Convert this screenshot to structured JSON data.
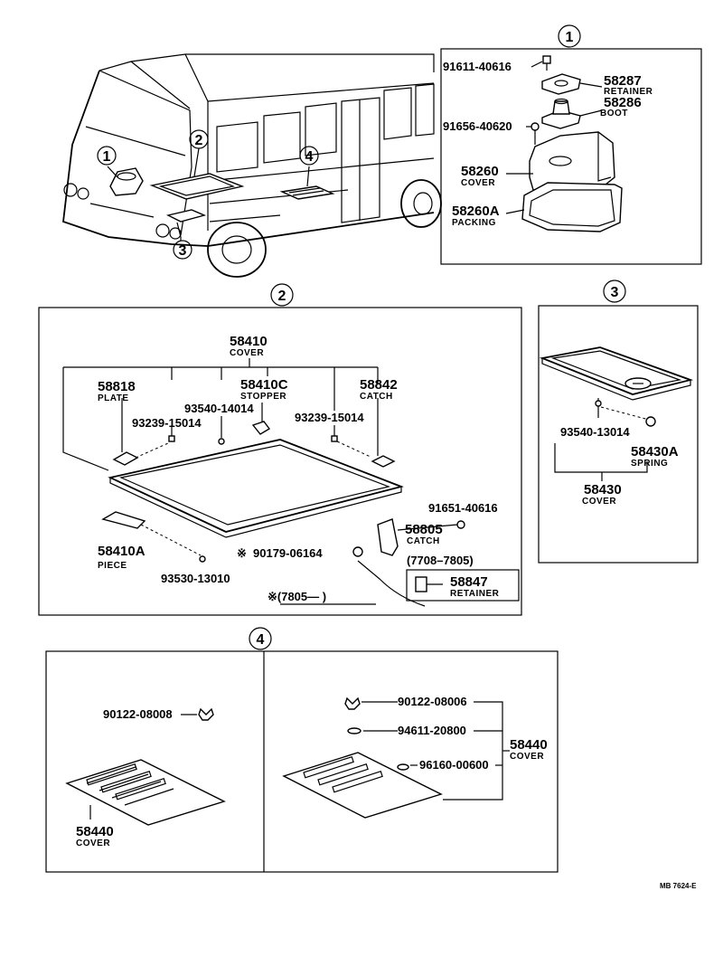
{
  "callouts": {
    "c1": "1",
    "c2": "2",
    "c3": "3",
    "c4": "4"
  },
  "section1": {
    "bolt": "91611-40616",
    "retainer_no": "58287",
    "retainer_name": "RETAINER",
    "boot_no": "58286",
    "boot_name": "BOOT",
    "bolt2": "91656-40620",
    "cover_no": "58260",
    "cover_name": "COVER",
    "packing_no": "58260A",
    "packing_name": "PACKING"
  },
  "section2": {
    "cover_no": "58410",
    "cover_name": "COVER",
    "plate_no": "58818",
    "plate_name": "PLATE",
    "stopper_no": "58410C",
    "stopper_name": "STOPPER",
    "catch_no": "58842",
    "catch_name": "CATCH",
    "screw_a": "93540-14014",
    "screw_b": "93239-15014",
    "screw_c": "93239-15014",
    "bolt": "91651-40616",
    "catch2_no": "58805",
    "catch2_name": "CATCH",
    "piece_no": "58410A",
    "piece_name": "PIECE",
    "screw_d": "93530-13010",
    "mark_part": "90179-06164",
    "mark_symbol": "※",
    "period1": "(7708–7805)",
    "retainer_no": "58847",
    "retainer_name": "RETAINER",
    "period2": "※(7805—        )"
  },
  "section3": {
    "screw": "93540-13014",
    "spring_no": "58430A",
    "spring_name": "SPRING",
    "cover_no": "58430",
    "cover_name": "COVER"
  },
  "section4": {
    "left_screw": "90122-08008",
    "left_cover_no": "58440",
    "left_cover_name": "COVER",
    "right_screw": "90122-08006",
    "washer": "94611-20800",
    "grommet": "96160-00600",
    "right_cover_no": "58440",
    "right_cover_name": "COVER"
  },
  "ref_code": "MB 7624-E"
}
